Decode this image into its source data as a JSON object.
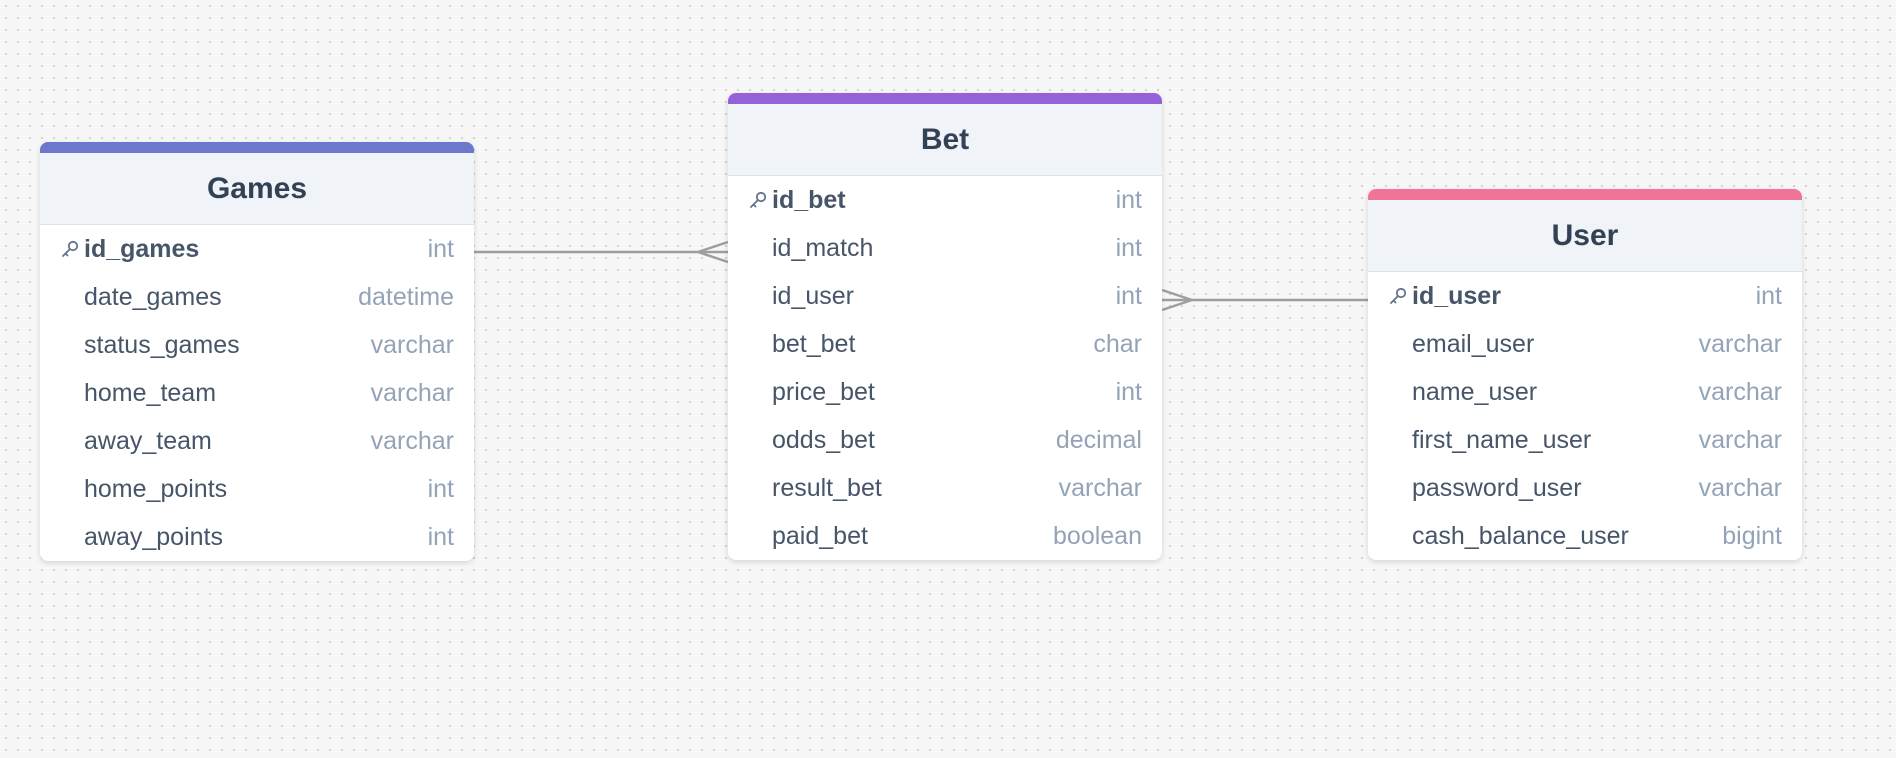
{
  "tables": [
    {
      "id": "games",
      "name": "Games",
      "accent": "#6b78cc",
      "fields": [
        {
          "name": "id_games",
          "type": "int",
          "pk": true
        },
        {
          "name": "date_games",
          "type": "datetime",
          "pk": false
        },
        {
          "name": "status_games",
          "type": "varchar",
          "pk": false
        },
        {
          "name": "home_team",
          "type": "varchar",
          "pk": false
        },
        {
          "name": "away_team",
          "type": "varchar",
          "pk": false
        },
        {
          "name": "home_points",
          "type": "int",
          "pk": false
        },
        {
          "name": "away_points",
          "type": "int",
          "pk": false
        }
      ]
    },
    {
      "id": "bet",
      "name": "Bet",
      "accent": "#9461d9",
      "fields": [
        {
          "name": "id_bet",
          "type": "int",
          "pk": true
        },
        {
          "name": "id_match",
          "type": "int",
          "pk": false
        },
        {
          "name": "id_user",
          "type": "int",
          "pk": false
        },
        {
          "name": "bet_bet",
          "type": "char",
          "pk": false
        },
        {
          "name": "price_bet",
          "type": "int",
          "pk": false
        },
        {
          "name": "odds_bet",
          "type": "decimal",
          "pk": false
        },
        {
          "name": "result_bet",
          "type": "varchar",
          "pk": false
        },
        {
          "name": "paid_bet",
          "type": "boolean",
          "pk": false
        }
      ]
    },
    {
      "id": "user",
      "name": "User",
      "accent": "#f0739a",
      "fields": [
        {
          "name": "id_user",
          "type": "int",
          "pk": true
        },
        {
          "name": "email_user",
          "type": "varchar",
          "pk": false
        },
        {
          "name": "name_user",
          "type": "varchar",
          "pk": false
        },
        {
          "name": "first_name_user",
          "type": "varchar",
          "pk": false
        },
        {
          "name": "password_user",
          "type": "varchar",
          "pk": false
        },
        {
          "name": "cash_balance_user",
          "type": "bigint",
          "pk": false
        }
      ]
    }
  ],
  "relations": [
    {
      "from": "games.id_games",
      "to": "bet.id_match",
      "cardinality": "one-to-many"
    },
    {
      "from": "user.id_user",
      "to": "bet.id_user",
      "cardinality": "one-to-many"
    }
  ],
  "icons": {
    "primary_key": "key-icon"
  },
  "colors": {
    "connector": "#9e9e9e",
    "header_bg": "#f0f3f7",
    "title_text": "#334155",
    "field_text": "#475569",
    "type_text": "#94a3b8"
  }
}
